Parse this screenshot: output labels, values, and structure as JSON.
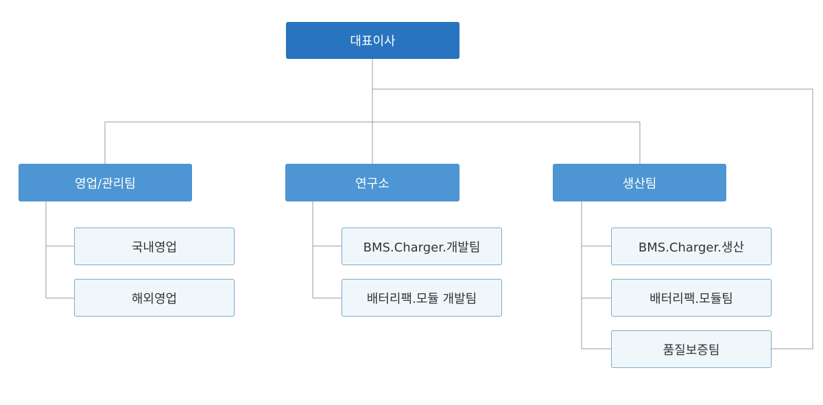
{
  "ceo": {
    "label": "대표이사"
  },
  "departments": [
    {
      "label": "영업/관리팀",
      "teams": [
        "국내영업",
        "해외영업"
      ]
    },
    {
      "label": "연구소",
      "teams": [
        "BMS.Charger.개발팀",
        "배터리팩.모듈 개발팀"
      ]
    },
    {
      "label": "생산팀",
      "teams": [
        "BMS.Charger.생산",
        "배터리팩.모듈팀",
        "품질보증팀"
      ]
    }
  ]
}
